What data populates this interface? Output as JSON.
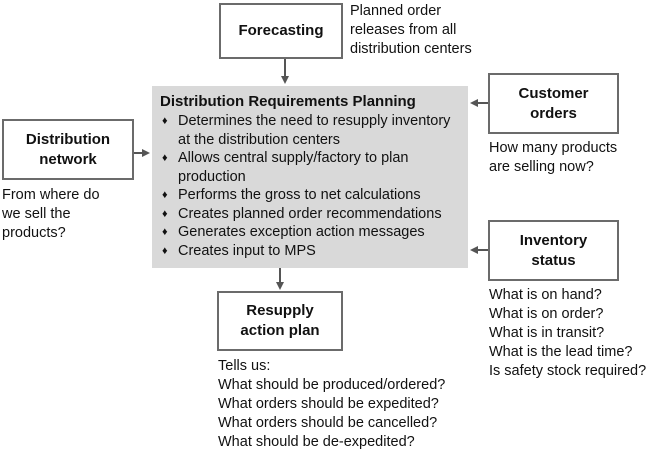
{
  "forecasting": {
    "title": "Forecasting",
    "note": [
      "Planned order",
      "releases from all",
      "distribution centers"
    ]
  },
  "customer_orders": {
    "title": [
      "Customer",
      "orders"
    ],
    "note": [
      "How many products",
      "are selling now?"
    ]
  },
  "distribution_network": {
    "title": [
      "Distribution",
      "network"
    ],
    "note": [
      "From where do",
      "we sell the",
      "products?"
    ]
  },
  "inventory_status": {
    "title": [
      "Inventory",
      "status"
    ],
    "note": [
      "What is on hand?",
      "What is on order?",
      "What is in transit?",
      "What is the lead time?",
      "Is safety stock required?"
    ]
  },
  "drp": {
    "title": "Distribution Requirements Planning",
    "bullet_symbol": "♦",
    "bullets": [
      "Determines the need to resupply inventory at the distribution centers",
      "Allows central supply/factory to plan production",
      "Performs the gross to net calculations",
      "Creates planned order recommendations",
      "Generates exception action messages",
      "Creates input to MPS"
    ]
  },
  "resupply": {
    "title": [
      "Resupply",
      "action plan"
    ],
    "note": [
      "Tells us:",
      "What should be produced/ordered?",
      "What orders should be expedited?",
      "What orders should be cancelled?",
      "What should be de-expedited?"
    ]
  },
  "colors": {
    "box_border": "#6b6b6b",
    "center_fill": "#d9d9d9",
    "arrow": "#555555"
  }
}
